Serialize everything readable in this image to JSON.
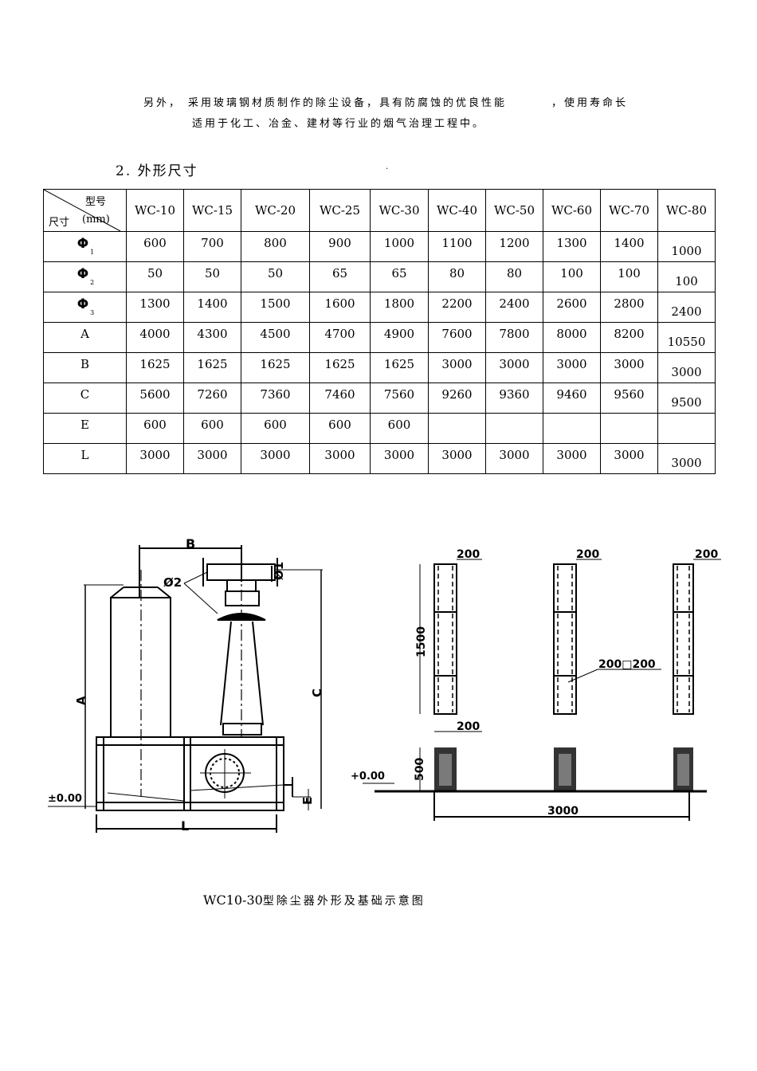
{
  "intro": {
    "line1_start": "另外，",
    "line1_middle": "采用玻璃钢材质制作的除尘设备，具有防腐蚀的优良性能",
    "line1_end": "，使用寿命长",
    "line2": "适用于化工、冶金、建材等行业的烟气治理工程中。"
  },
  "section_heading": "2. 外形尺寸",
  "table": {
    "corner_top": "型号",
    "corner_bottom_label": "尺寸",
    "corner_bottom_unit": "(mm)",
    "models": [
      "WC-10",
      "WC-15",
      "WC-20",
      "WC-25",
      "WC-30",
      "WC-40",
      "WC-50",
      "WC-60",
      "WC-70",
      "WC-80"
    ],
    "rows": [
      {
        "label": "Φ",
        "sub": "1",
        "values": [
          "600",
          "700",
          "800",
          "900",
          "1000",
          "1100",
          "1200",
          "1300",
          "1400",
          "1000"
        ]
      },
      {
        "label": "Φ",
        "sub": "2",
        "values": [
          "50",
          "50",
          "50",
          "65",
          "65",
          "80",
          "80",
          "100",
          "100",
          "100"
        ]
      },
      {
        "label": "Φ",
        "sub": "3",
        "values": [
          "1300",
          "1400",
          "1500",
          "1600",
          "1800",
          "2200",
          "2400",
          "2600",
          "2800",
          "2400"
        ]
      },
      {
        "label": "A",
        "sub": "",
        "values": [
          "4000",
          "4300",
          "4500",
          "4700",
          "4900",
          "7600",
          "7800",
          "8000",
          "8200",
          "10550"
        ]
      },
      {
        "label": "B",
        "sub": "",
        "values": [
          "1625",
          "1625",
          "1625",
          "1625",
          "1625",
          "3000",
          "3000",
          "3000",
          "3000",
          "3000"
        ]
      },
      {
        "label": "C",
        "sub": "",
        "values": [
          "5600",
          "7260",
          "7360",
          "7460",
          "7560",
          "9260",
          "9360",
          "9460",
          "9560",
          "9500"
        ]
      },
      {
        "label": "E",
        "sub": "",
        "values": [
          "600",
          "600",
          "600",
          "600",
          "600",
          "",
          "",
          "",
          "",
          ""
        ]
      },
      {
        "label": "L",
        "sub": "",
        "values": [
          "3000",
          "3000",
          "3000",
          "3000",
          "3000",
          "3000",
          "3000",
          "3000",
          "3000",
          "3000"
        ]
      }
    ]
  },
  "drawing_left": {
    "label_B": "B",
    "label_phi2": "Ø2",
    "label_phi1": "Ø1",
    "label_A": "A",
    "label_C": "C",
    "label_E": "E",
    "label_L": "L",
    "label_zero": "±0.00"
  },
  "drawing_right": {
    "label_200_a": "200",
    "label_200_b": "200",
    "label_200_c": "200",
    "label_1500": "1500",
    "label_200x200": "200□200",
    "label_200_d": "200",
    "label_500": "500",
    "label_zero": "+0.00",
    "label_3000": "3000"
  },
  "caption": {
    "model_range": "WC10-30",
    "text": "型除尘器外形及基础示意图"
  }
}
